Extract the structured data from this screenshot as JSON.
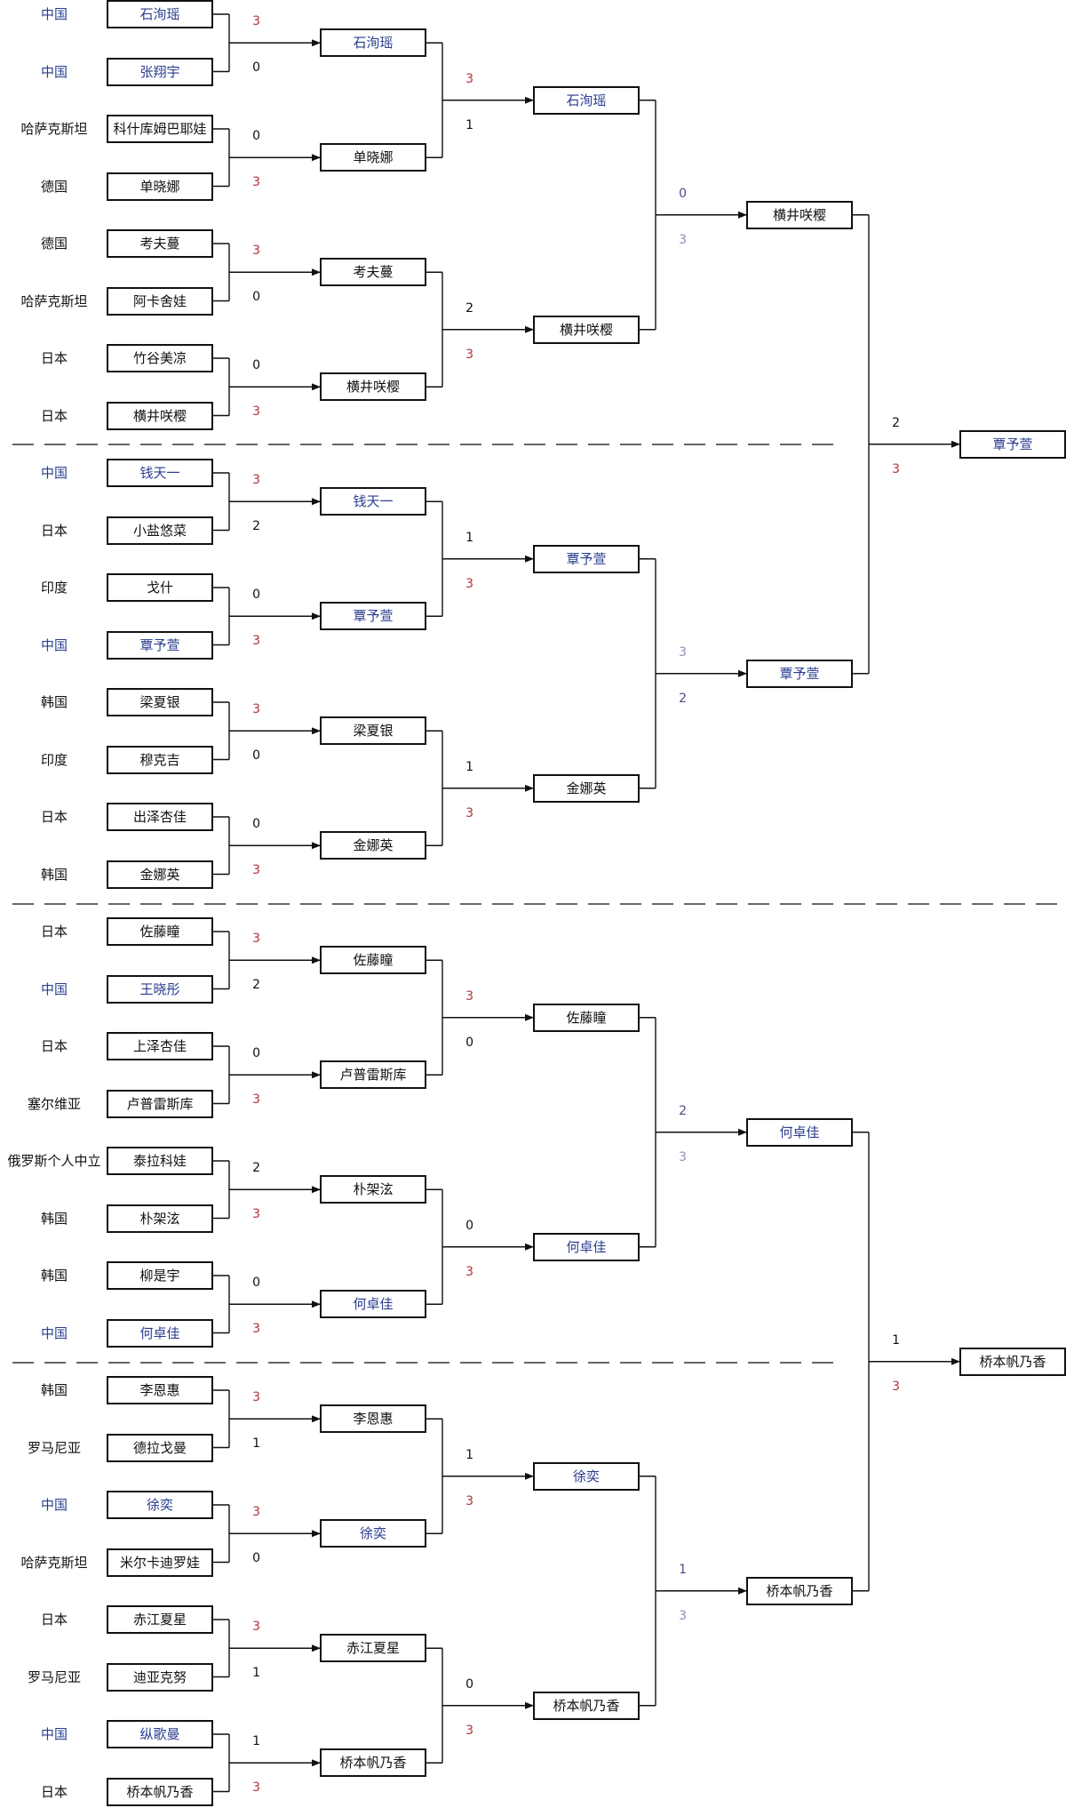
{
  "colors": {
    "china_text": "#2a3d8f",
    "win_score": "#b0333b",
    "line": "#111111",
    "divider": "#333333"
  },
  "round1": [
    {
      "a": {
        "country": "中国",
        "name": "石洵瑶"
      },
      "b": {
        "country": "中国",
        "name": "张翔宇"
      },
      "score_a": "3",
      "score_b": "0"
    },
    {
      "a": {
        "country": "哈萨克斯坦",
        "name": "科什库姆巴耶娃"
      },
      "b": {
        "country": "德国",
        "name": "单晓娜"
      },
      "score_a": "0",
      "score_b": "3"
    },
    {
      "a": {
        "country": "德国",
        "name": "考夫蔓"
      },
      "b": {
        "country": "哈萨克斯坦",
        "name": "阿卡舍娃"
      },
      "score_a": "3",
      "score_b": "0"
    },
    {
      "a": {
        "country": "日本",
        "name": "竹谷美凉"
      },
      "b": {
        "country": "日本",
        "name": "横井咲樱"
      },
      "score_a": "0",
      "score_b": "3"
    },
    {
      "a": {
        "country": "中国",
        "name": "钱天一"
      },
      "b": {
        "country": "日本",
        "name": "小盐悠菜"
      },
      "score_a": "3",
      "score_b": "2"
    },
    {
      "a": {
        "country": "印度",
        "name": "戈什"
      },
      "b": {
        "country": "中国",
        "name": "覃予萱"
      },
      "score_a": "0",
      "score_b": "3"
    },
    {
      "a": {
        "country": "韩国",
        "name": "梁夏银"
      },
      "b": {
        "country": "印度",
        "name": "穆克吉"
      },
      "score_a": "3",
      "score_b": "0"
    },
    {
      "a": {
        "country": "日本",
        "name": "出泽杏佳"
      },
      "b": {
        "country": "韩国",
        "name": "金娜英"
      },
      "score_a": "0",
      "score_b": "3"
    },
    {
      "a": {
        "country": "日本",
        "name": "佐藤瞳"
      },
      "b": {
        "country": "中国",
        "name": "王晓彤"
      },
      "score_a": "3",
      "score_b": "2"
    },
    {
      "a": {
        "country": "日本",
        "name": "上泽杏佳"
      },
      "b": {
        "country": "塞尔维亚",
        "name": "卢普雷斯库"
      },
      "score_a": "0",
      "score_b": "3"
    },
    {
      "a": {
        "country": "俄罗斯个人中立",
        "name": "泰拉科娃"
      },
      "b": {
        "country": "韩国",
        "name": "朴架泫"
      },
      "score_a": "2",
      "score_b": "3"
    },
    {
      "a": {
        "country": "韩国",
        "name": "柳是宇"
      },
      "b": {
        "country": "中国",
        "name": "何卓佳"
      },
      "score_a": "0",
      "score_b": "3"
    },
    {
      "a": {
        "country": "韩国",
        "name": "李恩惠"
      },
      "b": {
        "country": "罗马尼亚",
        "name": "德拉戈曼"
      },
      "score_a": "3",
      "score_b": "1"
    },
    {
      "a": {
        "country": "中国",
        "name": "徐奕"
      },
      "b": {
        "country": "哈萨克斯坦",
        "name": "米尔卡迪罗娃"
      },
      "score_a": "3",
      "score_b": "0"
    },
    {
      "a": {
        "country": "日本",
        "name": "赤江夏星"
      },
      "b": {
        "country": "罗马尼亚",
        "name": "迪亚克努"
      },
      "score_a": "3",
      "score_b": "1"
    },
    {
      "a": {
        "country": "中国",
        "name": "纵歌曼"
      },
      "b": {
        "country": "日本",
        "name": "桥本帆乃香"
      },
      "score_a": "1",
      "score_b": "3"
    }
  ],
  "round2": [
    {
      "a": {
        "name": "石洵瑶",
        "china": true
      },
      "b": {
        "name": "单晓娜",
        "china": false
      },
      "score_a": "3",
      "score_b": "1"
    },
    {
      "a": {
        "name": "考夫蔓",
        "china": false
      },
      "b": {
        "name": "横井咲樱",
        "china": false
      },
      "score_a": "2",
      "score_b": "3"
    },
    {
      "a": {
        "name": "钱天一",
        "china": true
      },
      "b": {
        "name": "覃予萱",
        "china": true
      },
      "score_a": "1",
      "score_b": "3"
    },
    {
      "a": {
        "name": "梁夏银",
        "china": false
      },
      "b": {
        "name": "金娜英",
        "china": false
      },
      "score_a": "1",
      "score_b": "3"
    },
    {
      "a": {
        "name": "佐藤瞳",
        "china": false
      },
      "b": {
        "name": "卢普雷斯库",
        "china": false
      },
      "score_a": "3",
      "score_b": "0"
    },
    {
      "a": {
        "name": "朴架泫",
        "china": false
      },
      "b": {
        "name": "何卓佳",
        "china": true
      },
      "score_a": "0",
      "score_b": "3"
    },
    {
      "a": {
        "name": "李恩惠",
        "china": false
      },
      "b": {
        "name": "徐奕",
        "china": true
      },
      "score_a": "1",
      "score_b": "3"
    },
    {
      "a": {
        "name": "赤江夏星",
        "china": false
      },
      "b": {
        "name": "桥本帆乃香",
        "china": false
      },
      "score_a": "0",
      "score_b": "3"
    }
  ],
  "round3": [
    {
      "a": {
        "name": "石洵瑶",
        "china": true
      },
      "b": {
        "name": "横井咲樱",
        "china": false
      },
      "score_a": "0",
      "score_b": "3"
    },
    {
      "a": {
        "name": "覃予萱",
        "china": true
      },
      "b": {
        "name": "金娜英",
        "china": false
      },
      "score_a": "3",
      "score_b": "2"
    },
    {
      "a": {
        "name": "佐藤瞳",
        "china": false
      },
      "b": {
        "name": "何卓佳",
        "china": true
      },
      "score_a": "2",
      "score_b": "3"
    },
    {
      "a": {
        "name": "徐奕",
        "china": true
      },
      "b": {
        "name": "桥本帆乃香",
        "china": false
      },
      "score_a": "1",
      "score_b": "3"
    }
  ],
  "round4": [
    {
      "a": {
        "name": "横井咲樱",
        "china": false
      },
      "b": {
        "name": "覃予萱",
        "china": true
      },
      "score_a": "2",
      "score_b": "3"
    },
    {
      "a": {
        "name": "何卓佳",
        "china": true
      },
      "b": {
        "name": "桥本帆乃香",
        "china": false
      },
      "score_a": "1",
      "score_b": "3"
    }
  ],
  "round5": [
    {
      "name": "覃予萱",
      "china": true
    },
    {
      "name": "桥本帆乃香",
      "china": false
    }
  ]
}
